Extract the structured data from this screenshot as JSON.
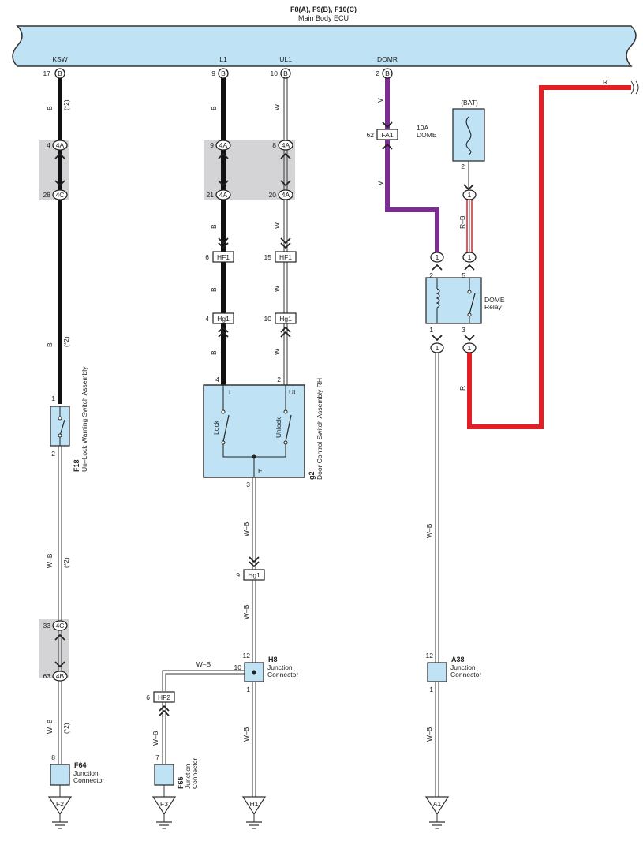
{
  "ecu": {
    "ids": "F8(A), F9(B), F10(C)",
    "name": "Main Body ECU",
    "terminals": [
      {
        "label": "KSW",
        "pin": "17",
        "conn": "B"
      },
      {
        "label": "L1",
        "pin": "9",
        "conn": "B"
      },
      {
        "label": "UL1",
        "pin": "10",
        "conn": "B"
      },
      {
        "label": "DOMR",
        "pin": "2",
        "conn": "B"
      }
    ]
  },
  "colors": {
    "black_wire": "#111111",
    "violet_wire": "#7b2d92",
    "red_wire": "#e31e24",
    "component_fill": "#bfe3f5",
    "ecu_fill": "#bfe3f5",
    "junction_shade": "#d4d4d6"
  },
  "wire_labels": {
    "b": "B",
    "w": "W",
    "v": "V",
    "wb": "W–B",
    "rb": "R–B",
    "r": "R",
    "note2": "(*2)"
  },
  "junctions": {
    "col1_top": {
      "pin_a": "4",
      "conn_a": "4A",
      "pin_b": "28",
      "conn_b": "4C"
    },
    "col1_bottom": {
      "pin_a": "33",
      "conn_a": "4C",
      "pin_b": "63",
      "conn_b": "4B"
    },
    "col2_top": {
      "pin_a": "9",
      "conn_a": "4A",
      "pin_b": "21",
      "conn_b": "4A"
    },
    "col3_top": {
      "pin_a": "8",
      "conn_a": "4A",
      "pin_b": "20",
      "conn_b": "4A"
    }
  },
  "connectors": {
    "hf1_l": {
      "pin": "6",
      "name": "HF1"
    },
    "hf1_r": {
      "pin": "15",
      "name": "HF1"
    },
    "hg1_l": {
      "pin": "4",
      "name": "Hg1"
    },
    "hg1_r": {
      "pin": "10",
      "name": "Hg1"
    },
    "hg1_mid": {
      "pin": "9",
      "name": "Hg1"
    },
    "hf2": {
      "pin": "6",
      "name": "HF2"
    },
    "fa1": {
      "pin": "62",
      "name": "FA1"
    }
  },
  "components": {
    "f18": {
      "id": "F18",
      "name": "Un–Lock Warning Switch Assembly",
      "pin_top": "1",
      "pin_bottom": "2"
    },
    "g2": {
      "id": "g2",
      "name": "Door Control Switch Assembly RH",
      "l": "L",
      "ul": "UL",
      "e": "E",
      "lock": "Lock",
      "unlock": "Unlock",
      "pin_l": "4",
      "pin_ul": "2",
      "pin_e": "3"
    },
    "dome_fuse": {
      "bat": "(BAT)",
      "name": "10A DOME",
      "pin": "2"
    },
    "dome_relay": {
      "name": "DOME Relay",
      "pin_2": "2",
      "pin_5": "5",
      "pin_1": "1",
      "pin_3": "3"
    },
    "h8": {
      "id": "H8",
      "name": "Junction Connector",
      "pin_12": "12",
      "pin_10": "10",
      "pin_1": "1"
    },
    "a38": {
      "id": "A38",
      "name": "Junction Connector",
      "pin_12": "12",
      "pin_1": "1"
    },
    "f64": {
      "id": "F64",
      "name": "Junction Connector",
      "pin": "8"
    },
    "f65": {
      "id": "F65",
      "name": "Junction Connector",
      "pin": "7"
    }
  },
  "inline_pins": {
    "one": "1"
  },
  "grounds": [
    "F2",
    "F3",
    "H1",
    "A1"
  ]
}
